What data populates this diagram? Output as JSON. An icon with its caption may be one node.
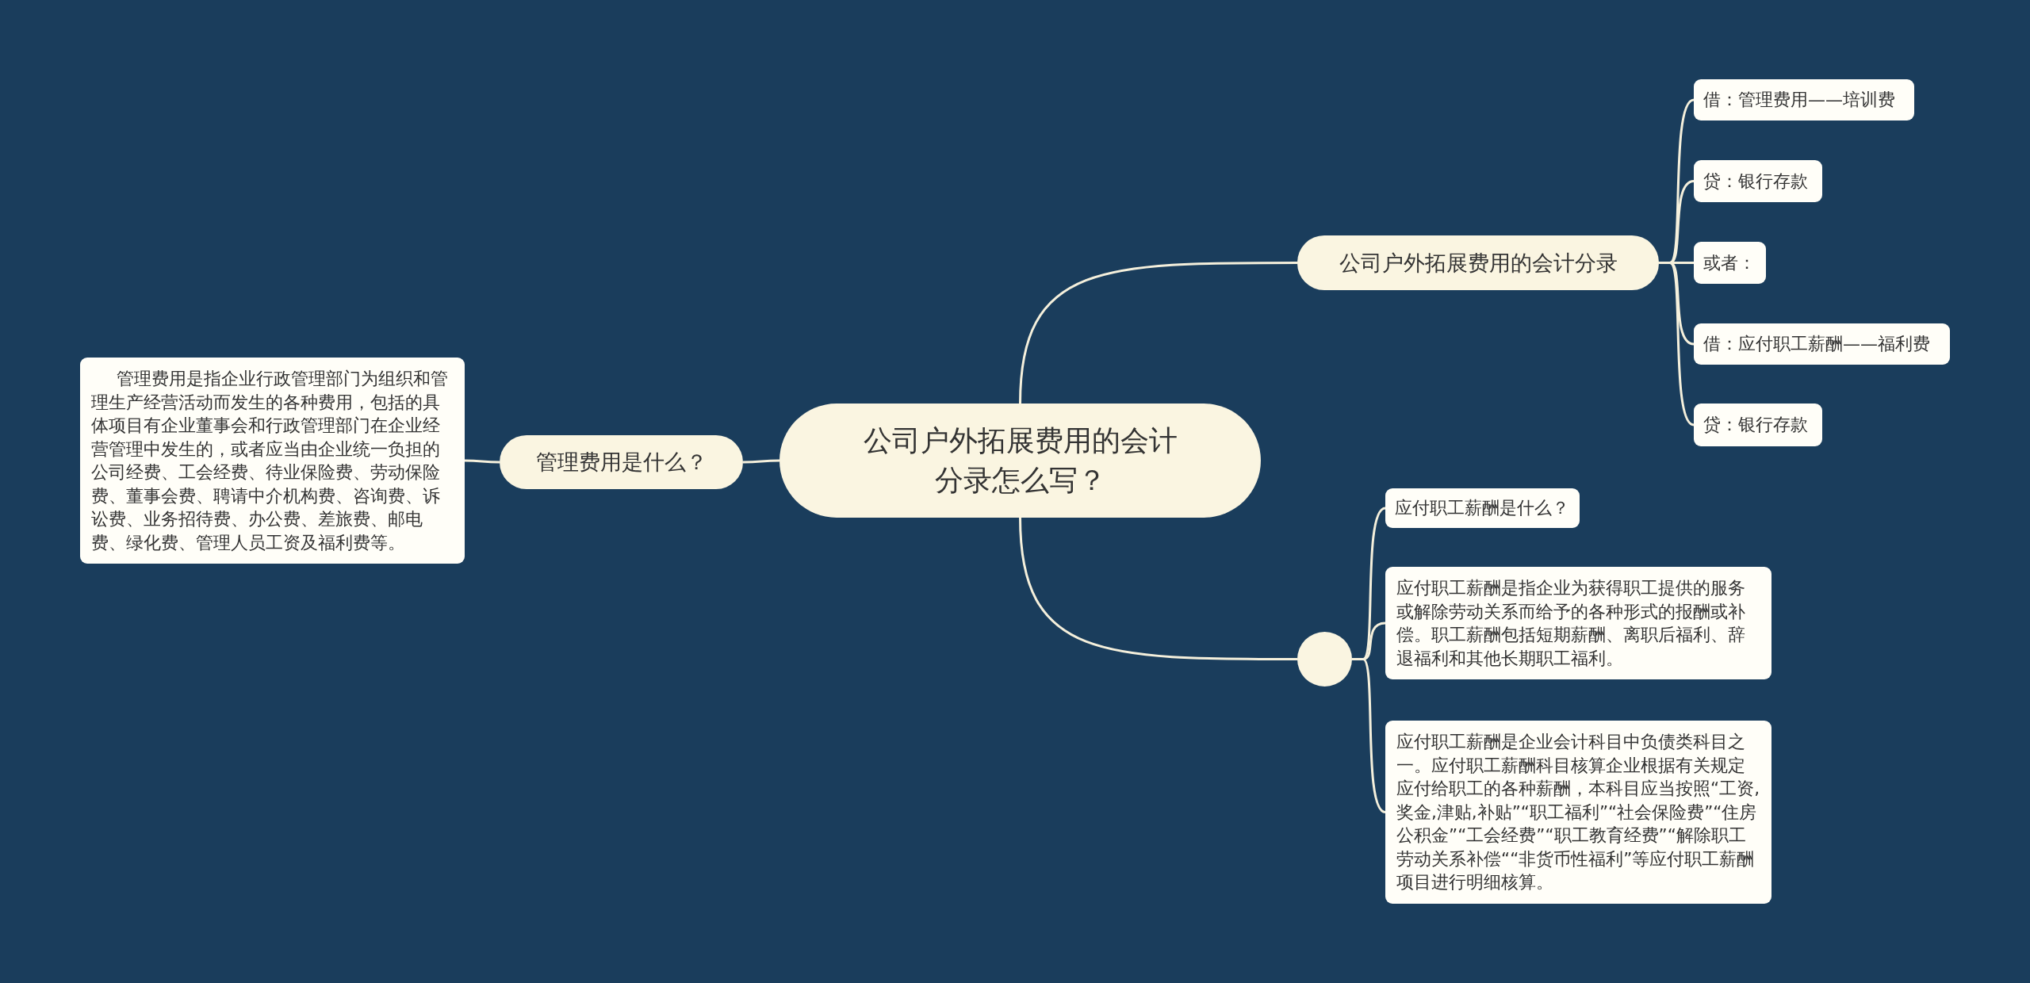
{
  "diagram": {
    "nodes": [
      {
        "text": [
          "公司户外拓展费用的会计分录怎么写？"
        ]
      },
      {
        "text": [
          "公司户外拓展费用的会计分录"
        ]
      },
      {
        "text": [
          "借：管理费用——培训费"
        ]
      },
      {
        "text": [
          "贷：银行存款"
        ]
      },
      {
        "text": [
          "或者："
        ]
      },
      {
        "text": [
          "借：应付职工薪酬——福利费"
        ]
      },
      {
        "text": [
          "贷：银行存款"
        ]
      },
      {
        "text": [],
        "shape": "circle"
      },
      {
        "text": [
          "应付职工薪酬是什么？"
        ]
      },
      {
        "text": [
          "应付职工薪酬是指企业为获得职工提供的服务或解除劳动关系而给予的各种形式的报酬或补偿。职工薪酬包括短期薪酬、离职后福利、辞退福利和其他长期职工福利。"
        ]
      },
      {
        "text": [
          "应付职工薪酬是企业会计科目中负债类科目之一。应付职工薪酬科目核算企业根据有关规定应付给职工的各种薪酬，本科目应当按照“工资,奖金,津贴,补贴”“职工福利”“社会保险费”“住房公积金”“工会经费”“职工教育经费”“解除职工劳动关系补偿““非货币性福利”等应付职工薪酬项目进行明细核算。"
        ]
      },
      {
        "text": [
          "管理费用是什么？"
        ]
      },
      {
        "text": [
          "管理费用是指企业行政管理部门为组织和管理生产经营活动而发生的各种费用，包括的具体项目有企业董事会和行政管理部门在企业经营管理中发生的，或者应当由企业统一负担的公司经费、工会经费、待业保险费、劳动保险费、董事会费、聘请中介机构费、咨询费、诉讼费、业务招待费、办公费、差旅费、邮电费、绿化费、管理人员工资及福利费等。"
        ]
      }
    ],
    "edges": [
      {
        "from": 0,
        "to": 1,
        "arrow": "none"
      },
      {
        "from": 1,
        "to": 2,
        "arrow": "none"
      },
      {
        "from": 1,
        "to": 3,
        "arrow": "none"
      },
      {
        "from": 1,
        "to": 4,
        "arrow": "none"
      },
      {
        "from": 1,
        "to": 5,
        "arrow": "none"
      },
      {
        "from": 1,
        "to": 6,
        "arrow": "none"
      },
      {
        "from": 0,
        "to": 7,
        "arrow": "none"
      },
      {
        "from": 7,
        "to": 8,
        "arrow": "none"
      },
      {
        "from": 7,
        "to": 9,
        "arrow": "none"
      },
      {
        "from": 7,
        "to": 10,
        "arrow": "none"
      },
      {
        "from": 0,
        "to": 11,
        "arrow": "none"
      },
      {
        "from": 11,
        "to": 12,
        "arrow": "none"
      }
    ]
  }
}
